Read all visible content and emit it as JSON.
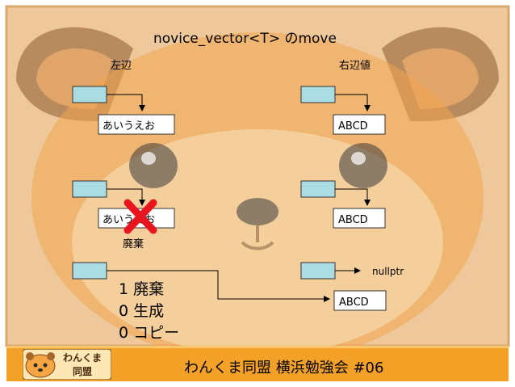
{
  "slide": {
    "title": "novice_vector<T> のmove",
    "left_label": "左辺",
    "right_label": "右辺値",
    "row1": {
      "left_value": "あいうえお",
      "right_value": "ABCD"
    },
    "row2": {
      "left_value": "あいうえお",
      "right_value": "ABCD",
      "discard_label": "廃棄"
    },
    "row3": {
      "right_null": "nullptr",
      "right_value": "ABCD"
    },
    "stats": [
      "1 廃棄",
      "0 生成",
      "0 コピー"
    ]
  },
  "footer": {
    "logo_line1": "わんくま",
    "logo_line2": "同盟",
    "text": "わんくま同盟 横浜勉強会 #06"
  },
  "colors": {
    "slide_bg": "#eec89a",
    "pointer_box": "#a9dce3",
    "cross": "#e8141e",
    "footer_bg": "#f3a227",
    "bear_brown": "#8a5a2b"
  }
}
